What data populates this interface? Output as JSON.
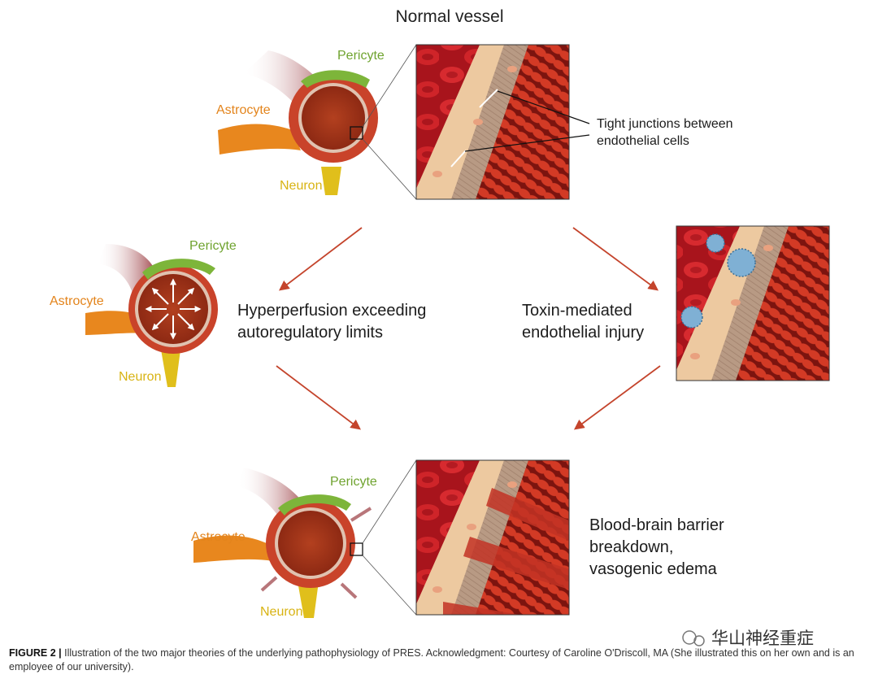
{
  "title": "Normal vessel",
  "labels": {
    "pericyte": "Pericyte",
    "astrocyte": "Astrocyte",
    "neuron": "Neuron"
  },
  "tight_junctions": [
    "Tight junctions between",
    "endothelial cells"
  ],
  "mechanisms": {
    "hyperperfusion": [
      "Hyperperfusion exceeding",
      "autoregulatory limits"
    ],
    "toxin": [
      "Toxin-mediated",
      "endothelial injury"
    ]
  },
  "outcome": [
    "Blood-brain barrier",
    "breakdown,",
    "vasogenic edema"
  ],
  "watermark": "华山神经重症",
  "caption": {
    "label": "FIGURE 2 |",
    "text": " Illustration of the two major theories of the underlying pathophysiology of PRES. Acknowledgment: Courtesy of Caroline O'Driscoll, MA (She illustrated this on her own and is an employee of our university)."
  },
  "colors": {
    "arrow": "#c4442c",
    "pericyte": "#7db53a",
    "astrocyte": "#e8871e",
    "neuron": "#e0bf1b",
    "vessel_wall": "#c9432a",
    "lumen": "#9a2d17",
    "endothelium": "#edc9a0",
    "smooth_muscle": "#c4331f"
  }
}
